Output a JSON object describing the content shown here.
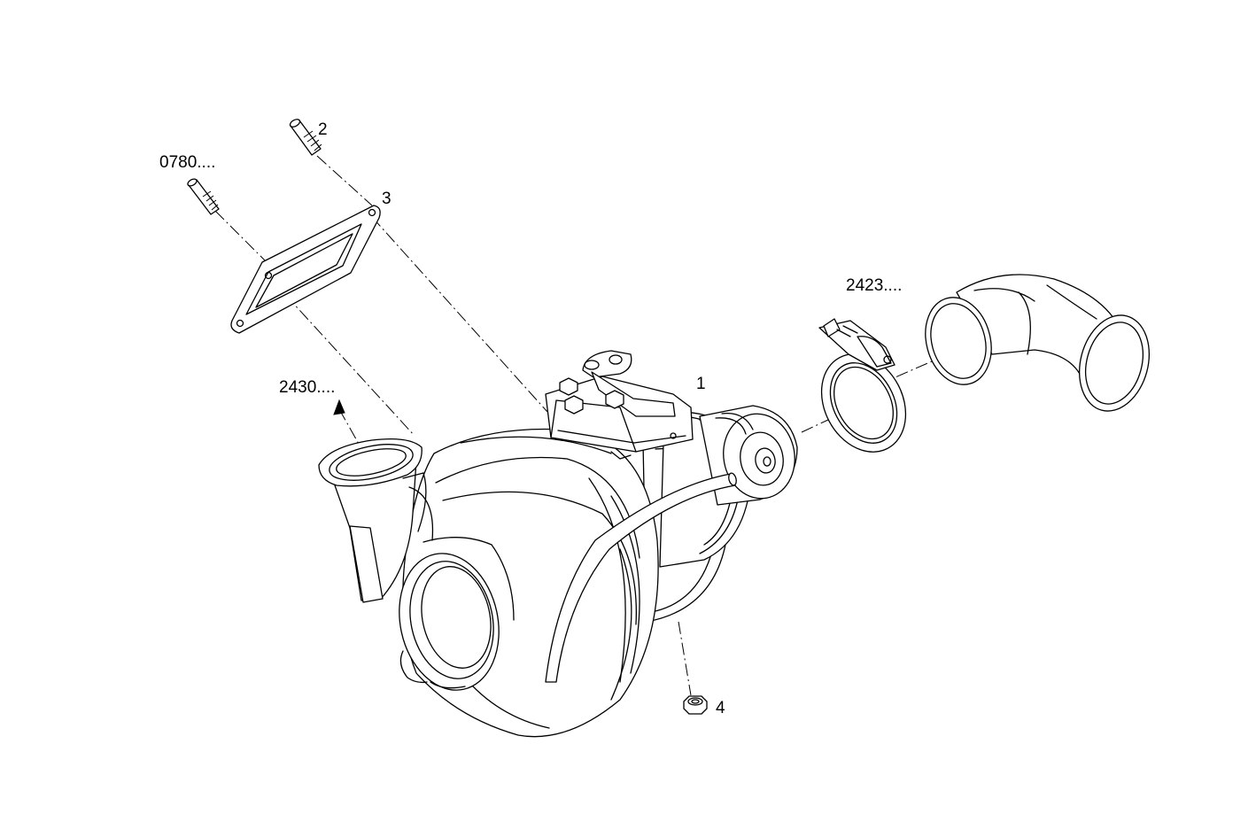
{
  "labels": {
    "ref_0780": "0780....",
    "part_2": "2",
    "part_3": "3",
    "ref_2430": "2430....",
    "part_1": "1",
    "ref_2423": "2423....",
    "part_4": "4"
  },
  "colors": {
    "line": "#000000",
    "background": "#ffffff"
  }
}
